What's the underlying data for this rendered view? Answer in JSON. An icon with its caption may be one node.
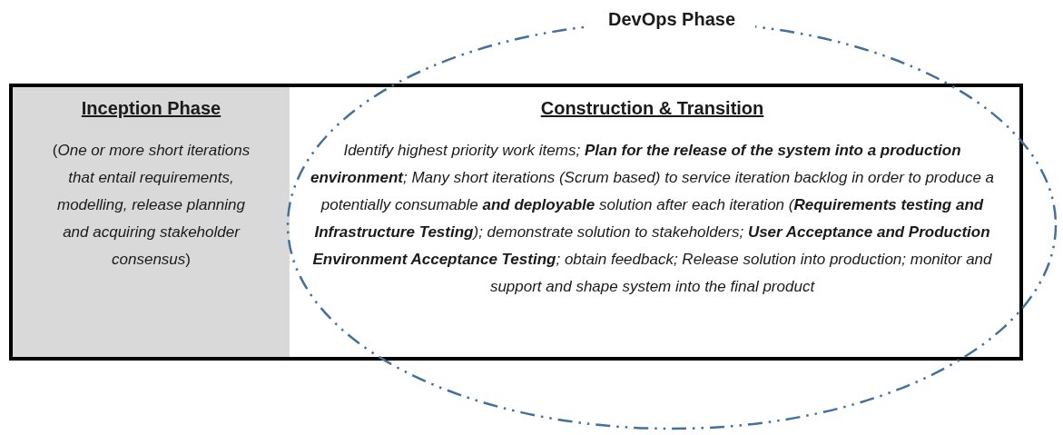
{
  "diagram": {
    "nodes": [
      {
        "text": [],
        "shape": "box"
      },
      {
        "text": [
          "Inception Phase",
          "(*One or more short iterations that entail requirements, modelling, release planning and acquiring stakeholder consensus*)"
        ],
        "in": 0
      },
      {
        "text": [
          "Construction & Transition",
          "Identify highest priority work items; **Plan for the release of the system into a production environment**; Many short iterations (Scrum based) to service iteration backlog in order to produce a potentially consumable **and deployable** solution after each iteration (**Requirements testing and Infrastructure Testing**); demonstrate solution to stakeholders; **User Acceptance and Production Environment Acceptance Testing**; obtain feedback; Release solution into production; monitor and support and shape system into the final product"
        ]
      },
      {
        "text": [
          "DevOps Phase"
        ]
      }
    ]
  }
}
